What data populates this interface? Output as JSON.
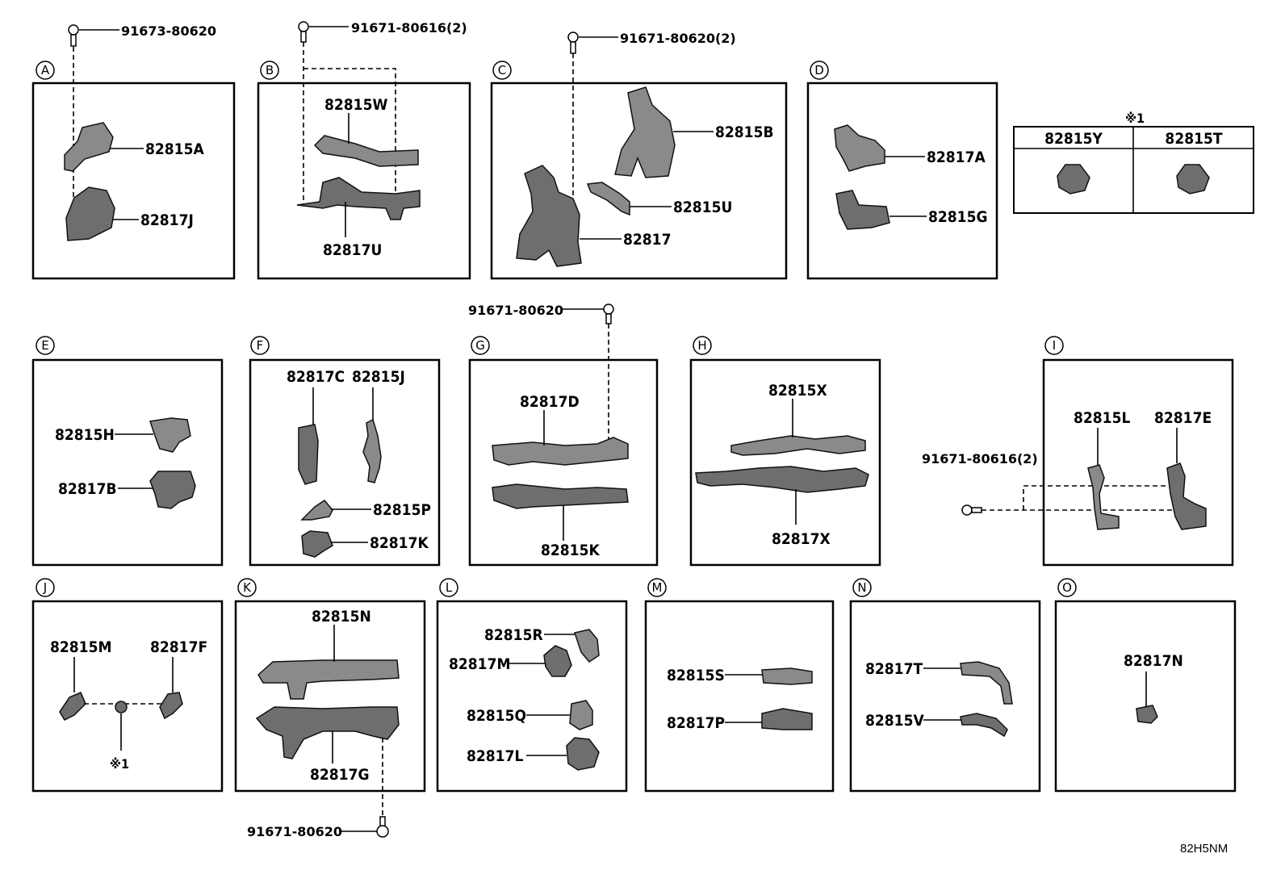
{
  "diagram_code": "82H5NM",
  "note_mark": "※1",
  "sections": [
    {
      "letter": "A",
      "parts": [
        "82815A",
        "82817J"
      ],
      "bolt": "91673-80620"
    },
    {
      "letter": "B",
      "parts": [
        "82815W",
        "82817U"
      ],
      "bolt": "91671-80616(2)"
    },
    {
      "letter": "C",
      "parts": [
        "82815B",
        "82815U",
        "82817"
      ],
      "bolt": "91671-80620(2)"
    },
    {
      "letter": "D",
      "parts": [
        "82817A",
        "82815G"
      ]
    },
    {
      "letter": "E",
      "parts": [
        "82815H",
        "82817B"
      ]
    },
    {
      "letter": "F",
      "parts": [
        "82817C",
        "82815J",
        "82815P",
        "82817K"
      ]
    },
    {
      "letter": "G",
      "parts": [
        "82817D",
        "82815K"
      ],
      "bolt": "91671-80620"
    },
    {
      "letter": "H",
      "parts": [
        "82815X",
        "82817X"
      ]
    },
    {
      "letter": "I",
      "parts": [
        "82815L",
        "82817E"
      ],
      "bolt": "91671-80616(2)"
    },
    {
      "letter": "J",
      "parts": [
        "82815M",
        "82817F"
      ]
    },
    {
      "letter": "K",
      "parts": [
        "82815N",
        "82817G"
      ],
      "bolt": "91671-80620"
    },
    {
      "letter": "L",
      "parts": [
        "82815R",
        "82817M",
        "82815Q",
        "82817L"
      ]
    },
    {
      "letter": "M",
      "parts": [
        "82815S",
        "82817P"
      ]
    },
    {
      "letter": "N",
      "parts": [
        "82817T",
        "82815V"
      ]
    },
    {
      "letter": "O",
      "parts": [
        "82817N"
      ]
    }
  ],
  "note_table": {
    "columns": [
      "82815Y",
      "82815T"
    ]
  }
}
